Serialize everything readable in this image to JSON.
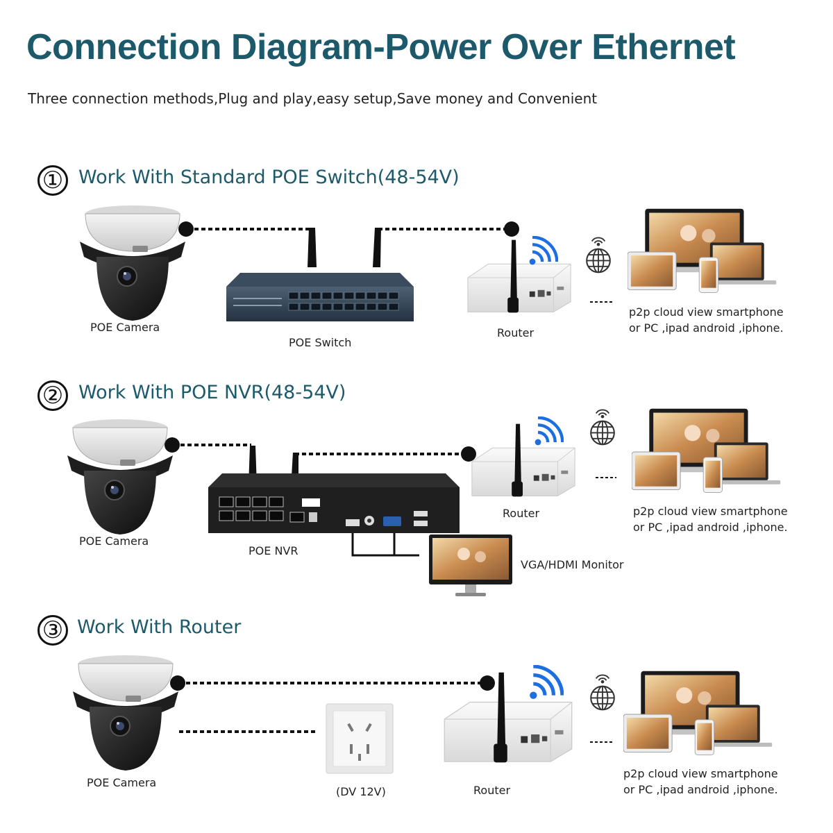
{
  "header": {
    "title": "Connection Diagram-Power Over Ethernet",
    "subtitle": "Three connection methods,Plug and play,easy setup,Save money and Convenient"
  },
  "colors": {
    "title": "#1c5a6b",
    "text": "#222222"
  },
  "sections": [
    {
      "number": "①",
      "title": "Work With Standard POE Switch(48-54V)",
      "camera_label": "POE Camera",
      "device_label": "POE Switch",
      "router_label": "Router",
      "p2p_line1": "p2p cloud view smartphone",
      "p2p_line2": "or PC ,ipad android ,iphone."
    },
    {
      "number": "②",
      "title": "Work With  POE NVR(48-54V)",
      "camera_label": "POE Camera",
      "device_label": "POE NVR",
      "router_label": "Router",
      "monitor_label": "VGA/HDMI Monitor",
      "p2p_line1": "p2p cloud view smartphone",
      "p2p_line2": "or PC ,ipad android ,iphone."
    },
    {
      "number": "③",
      "title": "Work With Router",
      "camera_label": "POE Camera",
      "device_label": "(DV 12V)",
      "router_label": "Router",
      "p2p_line1": "p2p cloud view smartphone",
      "p2p_line2": "or PC ,ipad android ,iphone."
    }
  ],
  "icons": [
    "ptz-camera-icon",
    "poe-switch-icon",
    "nvr-icon",
    "router-icon",
    "wifi-icon",
    "globe-icon",
    "devices-icon",
    "monitor-icon",
    "power-outlet-icon"
  ]
}
